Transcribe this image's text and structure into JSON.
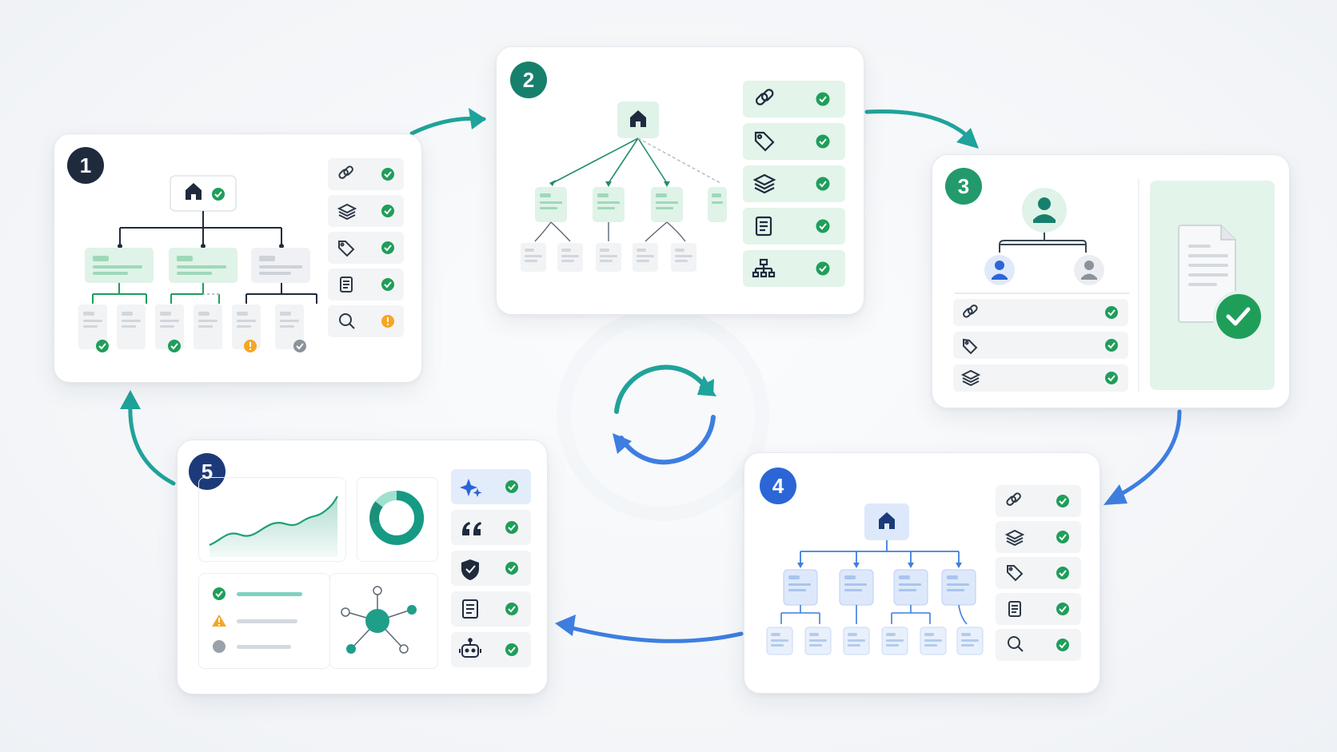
{
  "steps": [
    {
      "number": "1",
      "color": "#1f2b3d"
    },
    {
      "number": "2",
      "color": "#17806d"
    },
    {
      "number": "3",
      "color": "#229a6b"
    },
    {
      "number": "4",
      "color": "#2c66d6"
    },
    {
      "number": "5",
      "color": "#1c3a7a"
    }
  ],
  "colors": {
    "check_green": "#1f9e5a",
    "warning_orange": "#f5a623",
    "neutral_gray": "#8a929c",
    "teal": "#1fa39a",
    "blue": "#3d7ee0",
    "navy": "#1f2b3d",
    "mint_tile": "#dff3e8",
    "blue_tile": "#dde9fb"
  },
  "icons": {
    "step1_rows": [
      "link-icon",
      "layers-icon",
      "tag-icon",
      "document-icon",
      "search-icon"
    ],
    "step1_status": [
      "check",
      "check",
      "check",
      "check",
      "warning"
    ],
    "step2_rows": [
      "link-icon",
      "tag-icon",
      "layers-icon",
      "document-icon",
      "sitemap-icon"
    ],
    "step3_rows": [
      "link-icon",
      "tag-icon",
      "layers-icon"
    ],
    "step4_rows": [
      "link-icon",
      "layers-icon",
      "tag-icon",
      "document-icon",
      "search-icon"
    ],
    "step5_rows": [
      "sparkles-icon",
      "quote-icon",
      "shield-check-icon",
      "document-icon",
      "robot-icon"
    ],
    "center": "refresh-cycle-icon"
  }
}
